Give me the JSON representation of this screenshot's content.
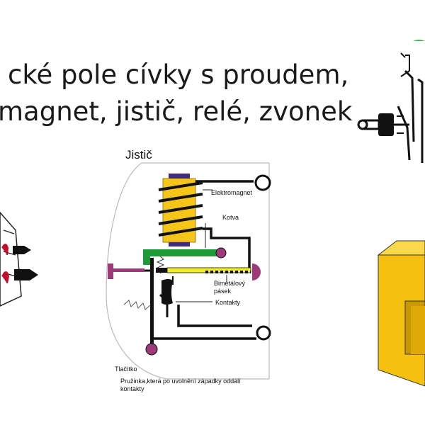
{
  "slide": {
    "title_line1": "cké pole cívky s proudem,",
    "title_line2": "magnet, jistič, relé, zvonek"
  },
  "diagram": {
    "heading": "Jistič",
    "labels": {
      "electromagnet": "Elektromagnet",
      "armature": "Kotva",
      "bimetal_1": "Bimetálový",
      "bimetal_2": "pásek",
      "contacts": "Kontakty",
      "button": "Tlačítko",
      "spring_1": "Pružinka,která po uvolnění západky oddálí",
      "spring_2": "kontakty"
    }
  },
  "colors": {
    "coil": "#f5c518",
    "core": "#3d2d7a",
    "armature": "#1e9b38",
    "terminal": "#9c3b78",
    "bimetal": "#f3ec2a",
    "house": "#f5c10e",
    "bell_green": "#35b24a"
  },
  "icons": [
    "breaker-diagram",
    "coil-icon",
    "bell-icon",
    "house-icon",
    "plug-icon",
    "relay-icon"
  ]
}
